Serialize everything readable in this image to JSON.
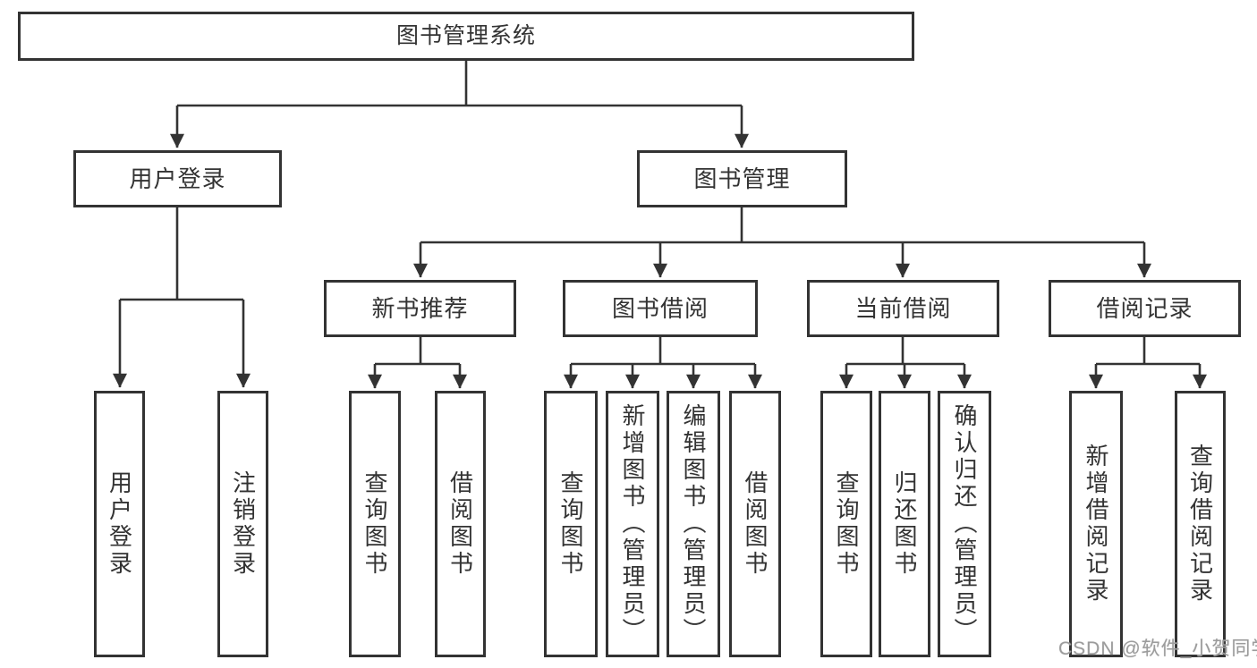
{
  "title": "图书管理系统",
  "tree": {
    "label": "图书管理系统",
    "children": [
      {
        "label": "用户登录",
        "children": [
          {
            "label": "用户登录"
          },
          {
            "label": "注销登录"
          }
        ]
      },
      {
        "label": "图书管理",
        "children": [
          {
            "label": "新书推荐",
            "children": [
              {
                "label": "查询图书"
              },
              {
                "label": "借阅图书"
              }
            ]
          },
          {
            "label": "图书借阅",
            "children": [
              {
                "label": "查询图书"
              },
              {
                "label": "新增图书（管理员）"
              },
              {
                "label": "编辑图书（管理员）"
              },
              {
                "label": "借阅图书"
              }
            ]
          },
          {
            "label": "当前借阅",
            "children": [
              {
                "label": "查询图书"
              },
              {
                "label": "归还图书"
              },
              {
                "label": "确认归还（管理员）"
              }
            ]
          },
          {
            "label": "借阅记录",
            "children": [
              {
                "label": "新增借阅记录"
              },
              {
                "label": "查询借阅记录"
              }
            ]
          }
        ]
      }
    ]
  },
  "watermark": "CSDN @软件_小贺同学",
  "colors": {
    "line": "#333333",
    "box_border": "#333333",
    "box_fill": "#ffffff",
    "text": "#333333",
    "watermark_text": "#9c9c9c",
    "background": "#ffffff"
  }
}
